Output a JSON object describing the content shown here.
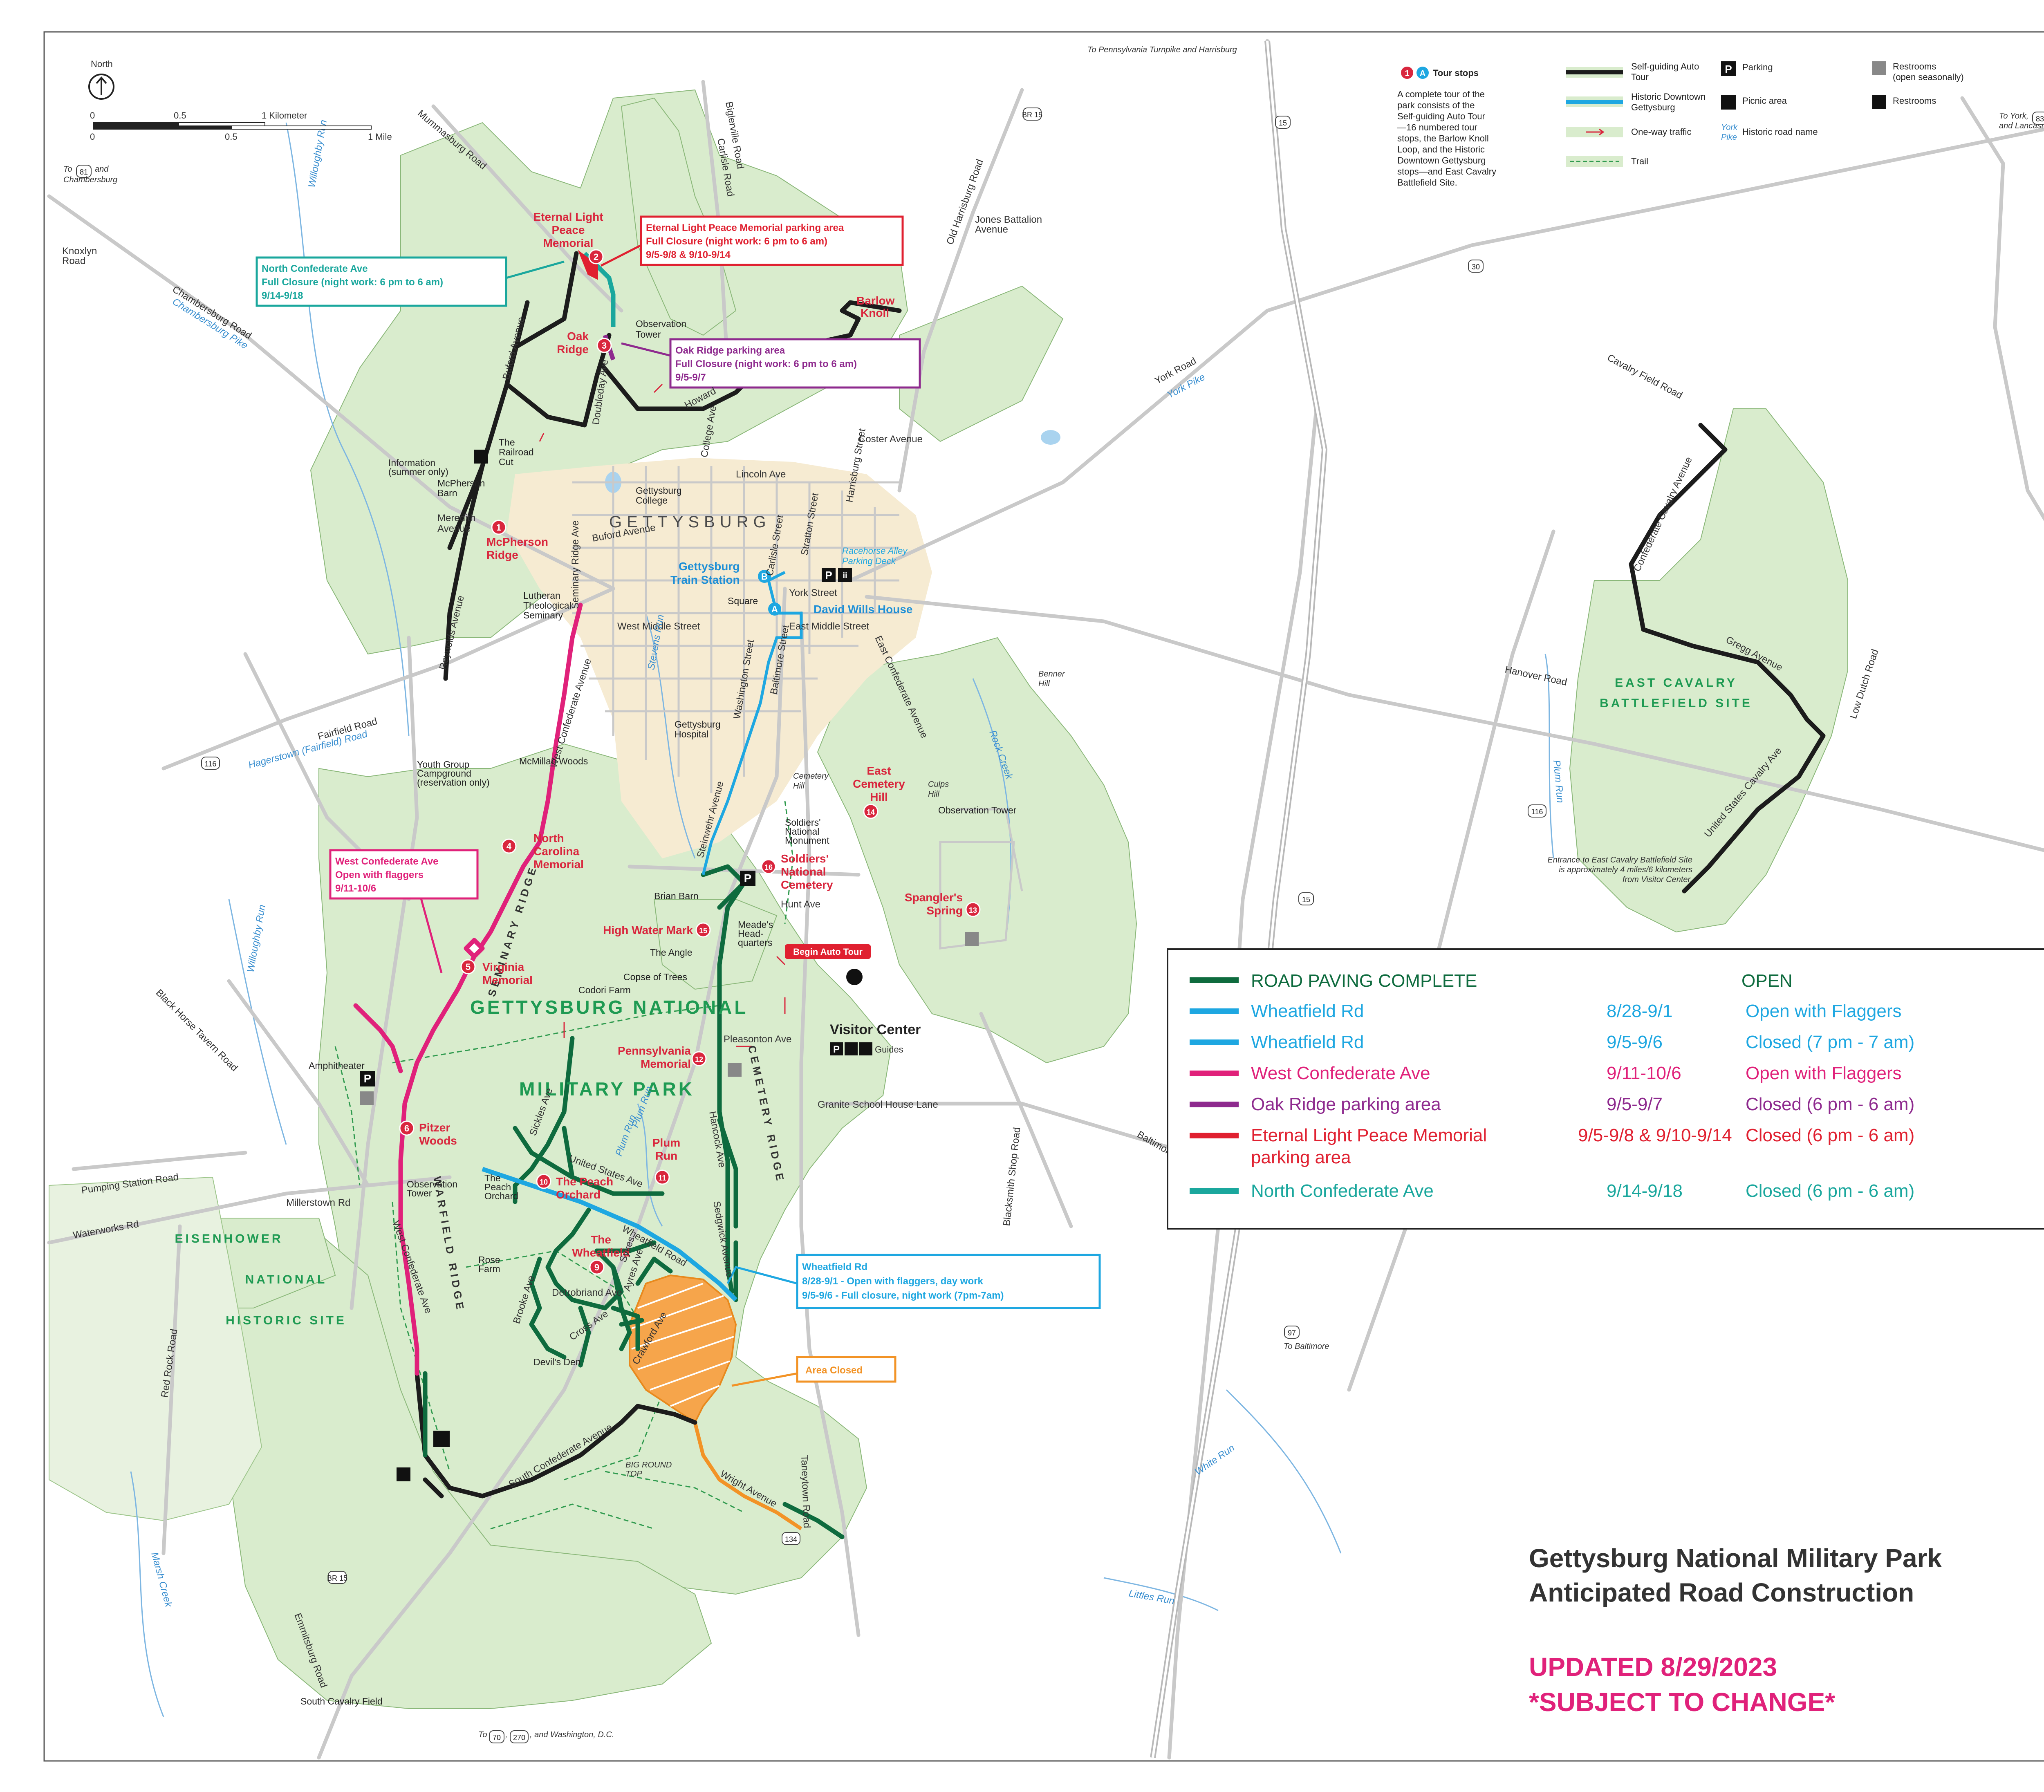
{
  "title": {
    "line1": "Gettysburg National Military Park",
    "line2": "Anticipated Road Construction",
    "updated": "UPDATED 8/29/2023",
    "subject": "*SUBJECT TO CHANGE*"
  },
  "north": {
    "label": "North"
  },
  "scale": {
    "km0": "0",
    "km05": "0.5",
    "km1": "1 Kilometer",
    "mi0": "0",
    "mi05": "0.5",
    "mi1": "1 Mile"
  },
  "key": {
    "tour_stops_title": "Tour stops",
    "tour_stops_num": "1",
    "tour_stops_letter": "A",
    "tour_desc": [
      "A complete tour of the",
      "park consists of the",
      "Self-guiding Auto Tour",
      "—16 numbered tour",
      "stops, the Barlow Knoll",
      "Loop, and the Historic",
      "Downtown Gettysburg",
      "stops—and East Cavalry",
      "Battlefield Site."
    ],
    "auto_tour": [
      "Self-guiding Auto",
      "Tour"
    ],
    "downtown": [
      "Historic Downtown",
      "Gettysburg"
    ],
    "one_way": "One-way traffic",
    "trail": "Trail",
    "parking": "Parking",
    "picnic": "Picnic area",
    "historic_road": "Historic road name",
    "historic_road_sample": [
      "York",
      "Pike"
    ],
    "restrooms_seasonal": [
      "Restrooms",
      "(open seasonally)"
    ],
    "restrooms": "Restrooms"
  },
  "legend": {
    "header_name": "ROAD PAVING COMPLETE",
    "header_status": "OPEN",
    "rows": [
      {
        "name": "Wheatfield Rd",
        "dates": "8/28-9/1",
        "status": "Open with Flaggers",
        "color": "#1ea7e1"
      },
      {
        "name": "Wheatfield Rd",
        "dates": "9/5-9/6",
        "status": "Closed (7 pm - 7 am)",
        "color": "#1ea7e1"
      },
      {
        "name": "West Confederate Ave",
        "dates": "9/11-10/6",
        "status": "Open with Flaggers",
        "color": "#e0217a"
      },
      {
        "name": "Oak Ridge parking area",
        "dates": "9/5-9/7",
        "status": "Closed (6 pm - 6 am)",
        "color": "#8e2a8e"
      },
      {
        "name": "Eternal Light Peace Memorial",
        "name2": "parking area",
        "dates": "9/5-9/8 & 9/10-9/14",
        "status": "Closed (6 pm - 6 am)",
        "color": "#e02030"
      },
      {
        "name": "North Confederate Ave",
        "dates": "9/14-9/18",
        "status": "Closed (6 pm - 6 am)",
        "color": "#1aa79d"
      }
    ],
    "complete_color": "#0e6b3e"
  },
  "callouts": {
    "eternal": [
      "Eternal Light Peace Memorial parking area",
      "Full Closure (night work: 6 pm to 6 am)",
      "9/5-9/8 & 9/10-9/14"
    ],
    "northconf": [
      "North Confederate Ave",
      "Full Closure (night work: 6 pm to 6 am)",
      "9/14-9/18"
    ],
    "oakridge": [
      "Oak Ridge parking area",
      "Full Closure (night work: 6 pm to 6 am)",
      "9/5-9/7"
    ],
    "westconf": [
      "West Confederate Ave",
      "Open with flaggers",
      "9/11-10/6"
    ],
    "wheatfield": [
      "Wheatfield Rd",
      "8/28-9/1 - Open with flaggers, day work",
      "9/5-9/6 - Full closure, night work (7pm-7am)"
    ],
    "area_closed": "Area Closed"
  },
  "stops": [
    {
      "n": "1",
      "name": [
        "McPherson",
        "Ridge"
      ]
    },
    {
      "n": "2",
      "name": [
        "Eternal Light",
        "Peace",
        "Memorial"
      ]
    },
    {
      "n": "3",
      "name": [
        "Oak",
        "Ridge"
      ]
    },
    {
      "n": "4",
      "name": [
        "North",
        "Carolina",
        "Memorial"
      ]
    },
    {
      "n": "5",
      "name": [
        "Virginia",
        "Memorial"
      ]
    },
    {
      "n": "6",
      "name": [
        "Pitzer",
        "Woods"
      ]
    },
    {
      "n": "9",
      "name": [
        "The",
        "Wheatfield"
      ]
    },
    {
      "n": "10",
      "name": [
        "The Peach",
        "Orchard"
      ]
    },
    {
      "n": "11",
      "name": [
        "Plum",
        "Run"
      ]
    },
    {
      "n": "12",
      "name": [
        "Pennsylvania",
        "Memorial"
      ]
    },
    {
      "n": "13",
      "name": [
        "Spangler's",
        "Spring"
      ]
    },
    {
      "n": "14",
      "name": [
        "East",
        "Cemetery",
        "Hill"
      ]
    },
    {
      "n": "15",
      "name": [
        "High Water Mark"
      ]
    },
    {
      "n": "16",
      "name": [
        "Soldiers'",
        "National",
        "Cemetery"
      ]
    }
  ],
  "labels": {
    "gettysburg": "GETTYSBURG",
    "gnmp1": "GETTYSBURG NATIONAL",
    "gnmp2": "MILITARY PARK",
    "eisenhower": [
      "EISENHOWER",
      "NATIONAL",
      "HISTORIC SITE"
    ],
    "east_cavalry": [
      "EAST CAVALRY",
      "BATTLEFIELD SITE"
    ],
    "barlow": [
      "Barlow",
      "Knoll"
    ],
    "train_station": [
      "Gettysburg",
      "Train Station"
    ],
    "train_letter": "B",
    "david_wills": "David Wills House",
    "david_letter": "A",
    "racehorse": [
      "Racehorse Alley",
      "Parking Deck"
    ],
    "visitor_center": "Visitor Center",
    "guides": "Guides",
    "begin_auto_tour": "Begin Auto Tour",
    "east_cavalry_note": [
      "Entrance to East Cavalry Battlefield Site",
      "is approximately 4 miles/6 kilometers",
      "from Visitor Center."
    ],
    "to_penn": "To Pennsylvania Turnpike and Harrisburg",
    "to_york": [
      "To York,",
      "and Lancaster"
    ],
    "york_route": "83",
    "to_81": [
      "To",
      "and",
      "Chambersburg"
    ],
    "route_81": "81",
    "to_baltimore": "To Baltimore",
    "route_97": "97",
    "to_washington": [
      "To",
      ",",
      ", and Washington, D.C."
    ],
    "route_70": "70",
    "route_270": "270",
    "route_15": "15",
    "route_30": "30",
    "route_116": "116",
    "route_134": "134",
    "br15": "BR 15",
    "roads": {
      "mummasburg": "Mummasburg Road",
      "biglerville": "Biglerville Road",
      "carlisle": "Carlisle Road",
      "old_harrisburg": "Old Harrisburg Road",
      "jones": [
        "Jones Battalion",
        "Avenue"
      ],
      "knoxlyn": [
        "Knoxlyn",
        "Road"
      ],
      "chambersburg": "Chambersburg Road",
      "chambersburg_pike": "Chambersburg Pike",
      "buford_ave": "Buford Avenue",
      "doubleday": "Doubleday Ave",
      "howard": "Howard",
      "coster": "Coster Avenue",
      "harrisburg_st": "Harrisburg Street",
      "york_road": "York Road",
      "york_pike": "York Pike",
      "cavalry_field": "Cavalry Field Road",
      "confederate_cavalry": "Confederate Cavalry Avenue",
      "gregg": "Gregg Avenue",
      "low_dutch": "Low Dutch Road",
      "us_cavalry": "United States Cavalry Ave",
      "hanover": "Hanover Road",
      "lincoln": "Lincoln Ave",
      "college": "College Ave",
      "carlisle_st": "Carlisle Street",
      "stratton": "Stratton Street",
      "york_st": "York Street",
      "square": "Square",
      "west_middle": "West Middle Street",
      "east_middle": "East Middle Street",
      "washington": "Washington Street",
      "baltimore": "Baltimore Street",
      "buford": "Buford Avenue",
      "seminary_ridge_ave": "Seminary Ridge Ave",
      "meredith": [
        "Meredith",
        "Avenue"
      ],
      "reynolds": "Reynolds Avenue",
      "fairfield": "Fairfield Road",
      "hagerstown": "Hagerstown (Fairfield) Road",
      "west_confederate": "West Confederate Avenue",
      "east_confederate": "East Confederate Avenue",
      "steinwehr": "Steinwehr Avenue",
      "hunt": "Hunt Ave",
      "pleasonton": "Pleasonton Ave",
      "hancock": "Hancock Ave",
      "cemetery_ridge": "CEMETERY RIDGE",
      "sedgwick": "Sedgwick Avenue",
      "granite_school": "Granite School House Lane",
      "blacksmith": "Blacksmith Shop Road",
      "baltimore_pike": "Baltimore Pike",
      "millerstown": "Millerstown Rd",
      "pumping": "Pumping Station Road",
      "waterworks": "Waterworks Rd",
      "black_horse": "Black Horse Tavern Road",
      "red_rock": "Red Rock Road",
      "sickles": "Sickles Ave",
      "united_states": "United States Ave",
      "wheatfield_road": "Wheatfield Road",
      "brooke": "Brooke Ave",
      "deTrobriand": "Detrobriand Ave",
      "ayres": "Ayres Ave",
      "cross": "Cross Ave",
      "crawford": "Crawford Ave",
      "sykes": "Sykes",
      "south_confederate": "South Confederate Avenue",
      "wright": "Wright Avenue",
      "taneytown": "Taneytown Road",
      "emmitsburg": "Emmitsburg Road",
      "west_conf_south": "West Confederate Ave",
      "warfield": "WARFIELD RIDGE",
      "seminary": "SEMINARY RIDGE"
    },
    "places": {
      "observation_tower": [
        "Observation",
        "Tower"
      ],
      "railroad_cut": [
        "The",
        "Railroad",
        "Cut"
      ],
      "information": [
        "Information",
        "(summer only)"
      ],
      "mcpherson_barn": [
        "McPherson",
        "Barn"
      ],
      "gburg_college": [
        "Gettysburg",
        "College"
      ],
      "lutheran": [
        "Lutheran",
        "Theological",
        "Seminary"
      ],
      "gburg_hospital": [
        "Gettysburg",
        "Hospital"
      ],
      "youth_group": [
        "Youth Group",
        "Campground",
        "(reservation only)"
      ],
      "mcmillan": "McMillan Woods",
      "cemetery_hill": [
        "Cemetery",
        "Hill"
      ],
      "soldiers_monument": [
        "Soldiers'",
        "National",
        "Monument"
      ],
      "culps_hill": [
        "Culps",
        "Hill"
      ],
      "obs_tower_culp": "Observation Tower",
      "benner": [
        "Benner",
        "Hill"
      ],
      "brian_barn": "Brian Barn",
      "meade_hq": [
        "Meade's",
        "Head-",
        "quarters"
      ],
      "the_angle": "The Angle",
      "copse": "Copse of Trees",
      "codori": "Codori Farm",
      "amphitheater": "Amphitheater",
      "obs_tower_south": [
        "Observation",
        "Tower"
      ],
      "peach_orchard": [
        "The",
        "Peach",
        "Orchard"
      ],
      "rose_farm": [
        "Rose",
        "Farm"
      ],
      "devils_den": "Devil's Den",
      "big_round_top": [
        "BIG ROUND",
        "TOP"
      ],
      "south_cavalry": "South Cavalry Field"
    },
    "water": {
      "willoughby": "Willoughby Run",
      "willoughby2": "Willoughby Run",
      "stevens": "Stevens Run",
      "rock_creek": "Rock Creek",
      "plum_run": "Plum Run",
      "plum_run2": "Plum Run",
      "plum_east": "Plum Run",
      "white_run": "White Run",
      "littles_run": "Littles Run",
      "marsh_creek": "Marsh Creek"
    }
  }
}
